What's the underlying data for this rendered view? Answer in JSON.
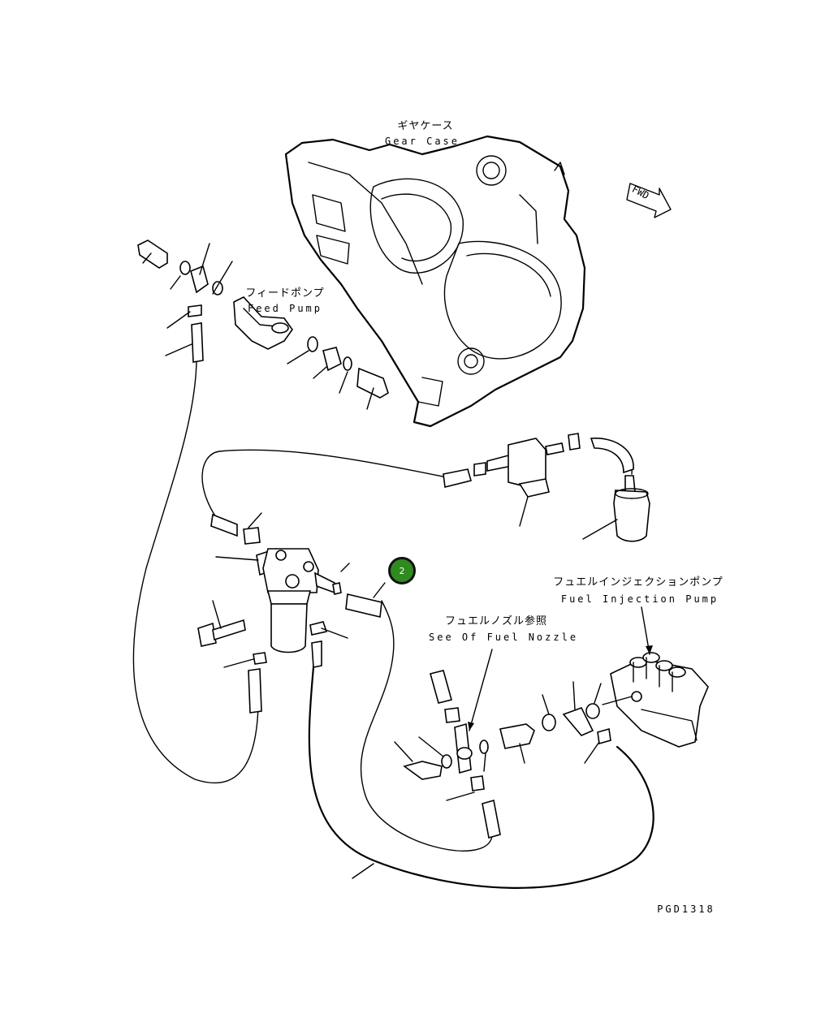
{
  "labels": {
    "gear_case_jp": "ギヤケース",
    "gear_case_en": "Gear Case",
    "feed_pump_jp": "フィードポンプ",
    "feed_pump_en": "Feed Pump",
    "fuel_injection_pump_jp": "フュエルインジェクションポンプ",
    "fuel_injection_pump_en": "Fuel Injection Pump",
    "fuel_nozzle_jp": "フュエルノズル参照",
    "fuel_nozzle_en": "See Of Fuel Nozzle",
    "fwd": "FWD",
    "drawing_code": "PGD1318"
  },
  "callouts": [
    {
      "number": "2",
      "color": "#2f8a1f"
    }
  ]
}
